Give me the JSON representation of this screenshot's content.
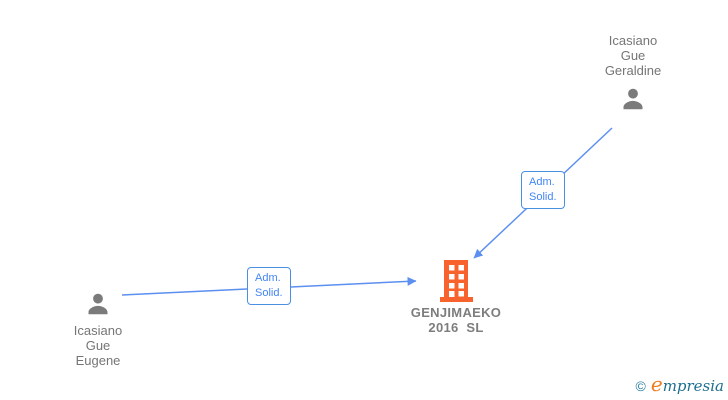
{
  "diagram": {
    "nodes": {
      "shareholder_top": {
        "name": "Icasiano\nGue\nGeraldine",
        "icon": "person-icon"
      },
      "shareholder_bottom": {
        "name": "Icasiano\nGue\nEugene",
        "icon": "person-icon"
      },
      "company": {
        "name": "GENJIMAEKO\n2016  SL",
        "icon": "building-icon"
      }
    },
    "edges": [
      {
        "from": "shareholder_bottom",
        "to": "company",
        "label": "Adm.\nSolid."
      },
      {
        "from": "shareholder_top",
        "to": "company",
        "label": "Adm.\nSolid."
      }
    ]
  },
  "footer": {
    "copyright_symbol": "©",
    "brand_initial": "e",
    "brand_rest": "mpresia"
  },
  "colors": {
    "background": "#ffffff",
    "person_icon": "#7b7b7b",
    "building_icon": "#f8622d",
    "edge_line": "#5c8ff0",
    "edge_label_border": "#4a90e2",
    "edge_label_text": "#4285f4",
    "node_label_text": "#757575",
    "company_label_text": "#7d7d7d",
    "logo_teal": "#2a7f9e",
    "logo_orange": "#f07c21"
  }
}
